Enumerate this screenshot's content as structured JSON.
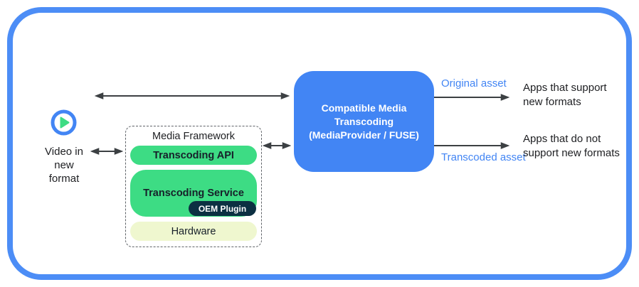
{
  "colors": {
    "border_blue": "#4c8df6",
    "box_blue": "#4285f4",
    "green": "#3ddc84",
    "navy": "#0c3042",
    "pale": "#eff7cf",
    "arrow": "#3c4043",
    "asset_blue": "#4285f4",
    "text_dark": "#202124",
    "dash_gray": "#5f6368"
  },
  "source": {
    "icon": "play-icon",
    "label": "Video in new format"
  },
  "framework": {
    "title": "Media Framework",
    "layers": [
      {
        "label": "Transcoding API"
      },
      {
        "label": "Transcoding Service",
        "sublabel": "OEM Plugin"
      },
      {
        "label": "Hardware"
      }
    ]
  },
  "transcoder": {
    "lines": [
      "Compatible Media",
      "Transcoding",
      "(MediaProvider / FUSE)"
    ]
  },
  "outputs": [
    {
      "asset_label": "Original asset",
      "target": "Apps that support new formats"
    },
    {
      "asset_label": "Transcoded asset",
      "target": "Apps that do not support new formats"
    }
  ]
}
